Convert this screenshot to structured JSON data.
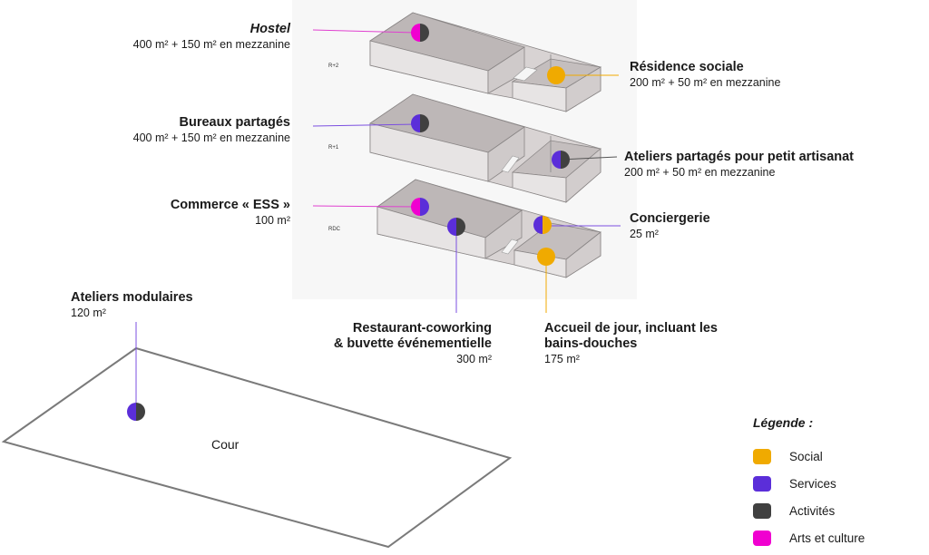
{
  "labels": {
    "hostel": {
      "title": "Hostel",
      "sub": "400 m² + 150 m² en mezzanine"
    },
    "bureaux": {
      "title": "Bureaux partagés",
      "sub": "400 m² + 150 m² en mezzanine"
    },
    "commerce": {
      "title": "Commerce « ESS »",
      "sub": "100 m²"
    },
    "residence": {
      "title": "Résidence sociale",
      "sub": "200 m² + 50 m² en mezzanine"
    },
    "ateliers_partages": {
      "title": "Ateliers partagés pour petit artisanat",
      "sub": "200 m² + 50 m² en mezzanine"
    },
    "conciergerie": {
      "title": "Conciergerie",
      "sub": "25 m²"
    },
    "ateliers_modulaires": {
      "title": "Ateliers modulaires",
      "sub": "120 m²"
    },
    "restaurant": {
      "title1": "Restaurant-coworking",
      "title2": "& buvette événementielle",
      "sub": "300 m²"
    },
    "accueil": {
      "title1": "Accueil de jour, incluant les",
      "title2": "bains-douches",
      "sub": "175 m²"
    }
  },
  "floors": {
    "r2": "R+2",
    "r1": "R+1",
    "rdc": "RDC"
  },
  "cour": "Cour",
  "legend": {
    "title": "Légende :",
    "items": [
      {
        "name": "Social",
        "color": "#F0AA00"
      },
      {
        "name": "Services",
        "color": "#5B2ED9"
      },
      {
        "name": "Activités",
        "color": "#404040"
      },
      {
        "name": "Arts et culture",
        "color": "#F000D0"
      }
    ]
  },
  "colors": {
    "social": "#F0AA00",
    "services": "#5B2ED9",
    "activites": "#404040",
    "arts": "#F000D0",
    "leader_purple": "#7B4FE0",
    "leader_pink": "#E040D0",
    "leader_gray": "#555555",
    "leader_yellow": "#F0AA00"
  }
}
